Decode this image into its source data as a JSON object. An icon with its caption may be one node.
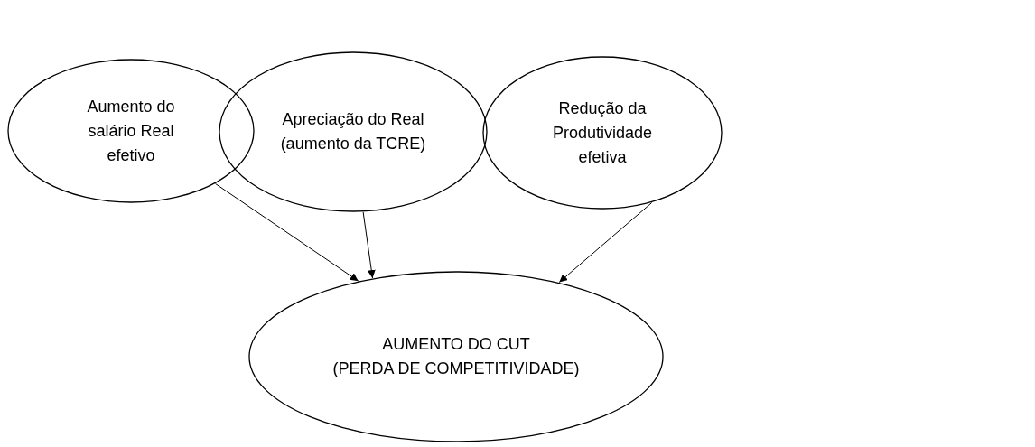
{
  "diagram": {
    "nodes": [
      {
        "text": [
          "Aumento do salário Real efetivo"
        ]
      },
      {
        "text": [
          "Apreciação do Real (aumento da TCRE)"
        ]
      },
      {
        "text": [
          "Redução da Produtividade efetiva"
        ]
      },
      {
        "text": [
          "AUMENTO DO CUT",
          "(PERDA DE COMPETITIVIDADE)"
        ]
      }
    ],
    "edges": [
      {
        "from": 0,
        "to": 3,
        "arrow": "to"
      },
      {
        "from": 1,
        "to": 3,
        "arrow": "to"
      },
      {
        "from": 2,
        "to": 3,
        "arrow": "to"
      }
    ]
  }
}
